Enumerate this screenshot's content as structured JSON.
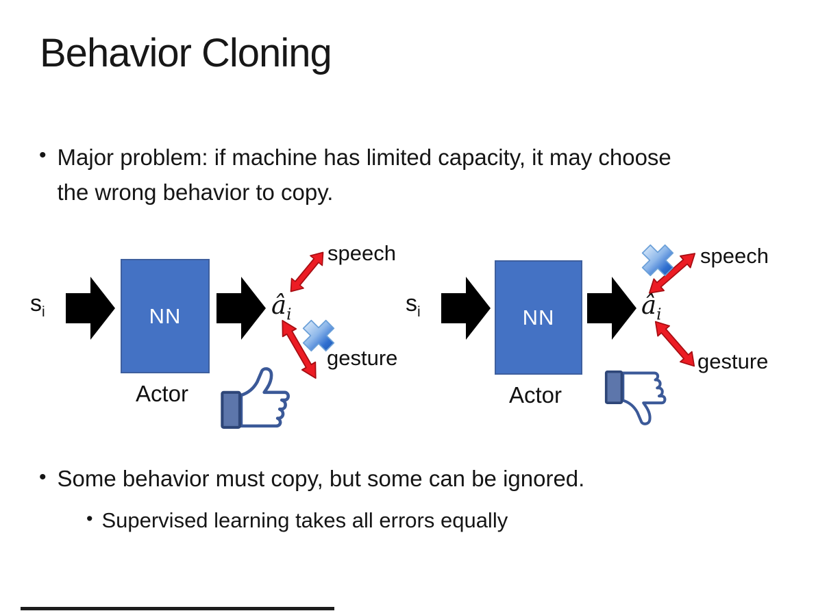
{
  "slide": {
    "title": "Behavior Cloning",
    "bullet_char": "•",
    "bullet1": "Major problem: if machine has limited capacity, it may choose the wrong behavior to copy.",
    "bullet2": "Some behavior must copy, but some can be ignored.",
    "bullet3": "Supervised learning takes all errors equally"
  },
  "diagram": {
    "state_label": "s",
    "state_sub": "i",
    "action_label": "â",
    "action_sub": "i",
    "nn_label": "NN",
    "actor_label": "Actor",
    "speech_label": "speech",
    "gesture_label": "gesture"
  },
  "left_diagram": {
    "feedback_icon": "thumbs-up",
    "crossed_out": "gesture"
  },
  "right_diagram": {
    "feedback_icon": "thumbs-down",
    "crossed_out": "speech"
  },
  "colors": {
    "nn_box_blue": "#4472C4",
    "arrow_red": "#EC1C24",
    "cross_blue": "#2F6FD0",
    "thumb_navy": "#3B5998",
    "block_arrow_black": "#000000"
  }
}
